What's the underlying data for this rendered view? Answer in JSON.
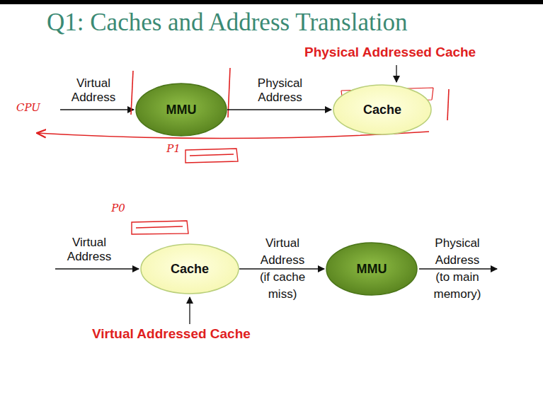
{
  "diagram": {
    "title": "Q1: Caches and Address Translation",
    "nodes": [
      {
        "text": [
          "MMU"
        ]
      },
      {
        "text": [
          "Cache"
        ]
      },
      {
        "text": [
          "Cache"
        ]
      },
      {
        "text": [
          "MMU"
        ]
      }
    ],
    "edges": [
      {
        "from": 0,
        "to": 1,
        "arrow": "to",
        "label": "Physical Address"
      },
      {
        "from": 2,
        "to": 3,
        "arrow": "to",
        "label": "Virtual Address (if cache miss)"
      }
    ],
    "labels": [
      "Physical Addressed Cache",
      "CPU",
      "Virtual Address",
      "P1",
      "P0",
      "Virtual Address",
      "Physical Address (to main memory)",
      "Virtual Addressed Cache"
    ]
  }
}
